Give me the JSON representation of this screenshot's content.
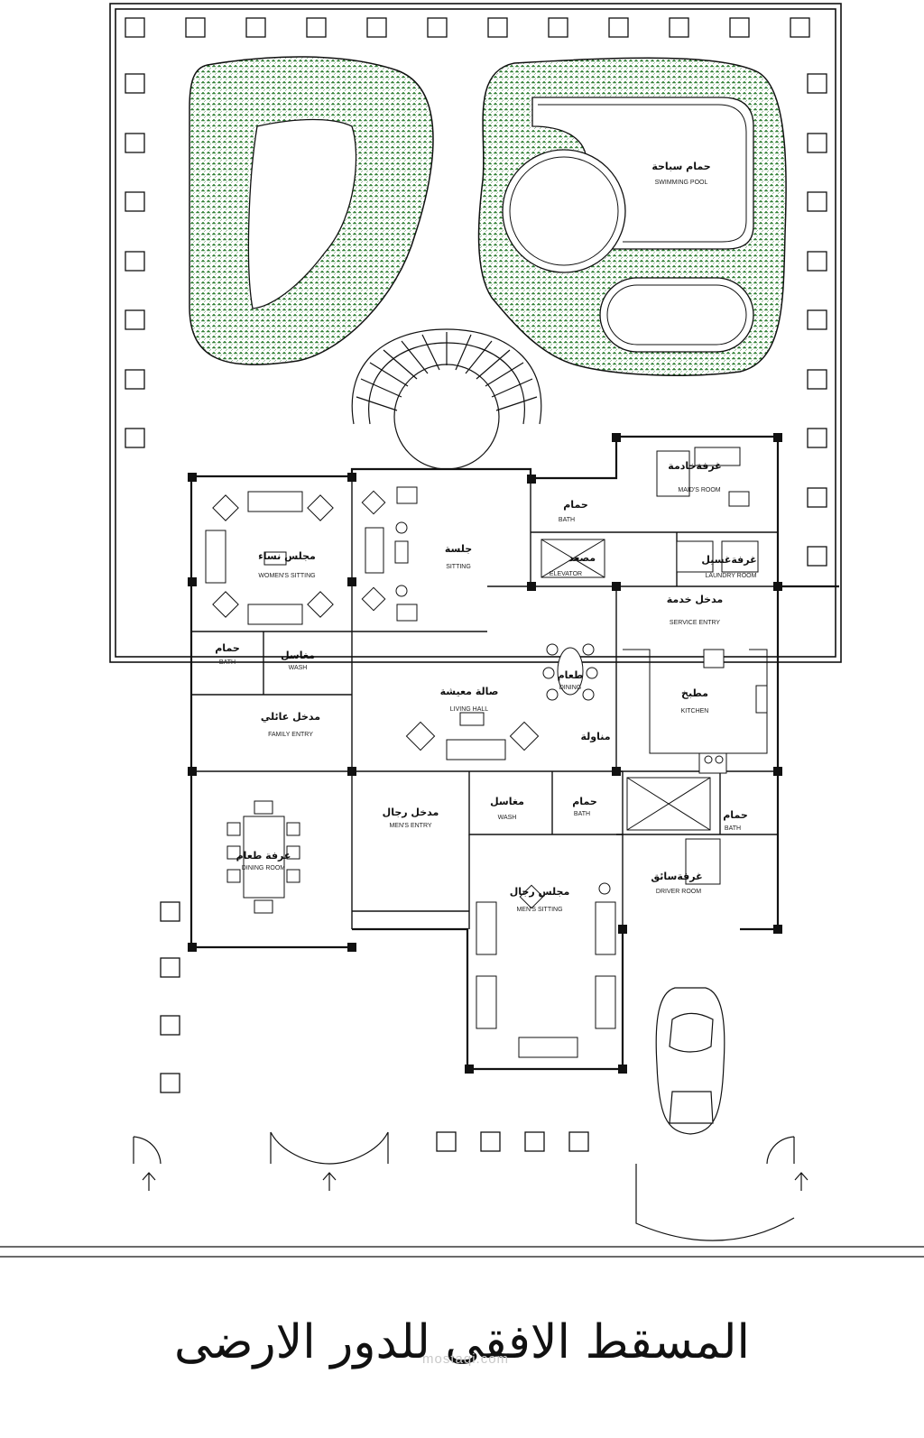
{
  "rooms": {
    "pool": {
      "ar": "حمام سباحة",
      "en": "SWIMMING POOL"
    },
    "maid": {
      "ar": "غرفةخادمة",
      "en": "MAID'S ROOM"
    },
    "bath1": {
      "ar": "حمام",
      "en": "BATH"
    },
    "elevator": {
      "ar": "مصعد",
      "en": "ELEVATOR"
    },
    "laundry": {
      "ar": "غرفةغسيل",
      "en": "LAUNDRY ROOM"
    },
    "sitting": {
      "ar": "جلسة",
      "en": "SITTING"
    },
    "women": {
      "ar": "مجلس نساء",
      "en": "WOMEN'S SITTING"
    },
    "service": {
      "ar": "مدخل خدمة",
      "en": "SERVICE ENTRY"
    },
    "bath2": {
      "ar": "حمام",
      "en": "BATH"
    },
    "wash1": {
      "ar": "مغاسل",
      "en": "WASH"
    },
    "living": {
      "ar": "صالة معيشة",
      "en": "LIVING HALL"
    },
    "dining": {
      "ar": "طعام",
      "en": "DINING"
    },
    "kitchen": {
      "ar": "مطبخ",
      "en": "KITCHEN"
    },
    "family": {
      "ar": "مدخل عائلي",
      "en": "FAMILY ENTRY"
    },
    "table": {
      "ar": "مناولة",
      "en": ""
    },
    "men_entry": {
      "ar": "مدخل رجال",
      "en": "MEN'S ENTRY"
    },
    "wash2": {
      "ar": "مغاسل",
      "en": "WASH"
    },
    "bath3": {
      "ar": "حمام",
      "en": "BATH"
    },
    "bath4": {
      "ar": "حمام",
      "en": "BATH"
    },
    "dining_room": {
      "ar": "غرفة طعام",
      "en": "DINING ROOM"
    },
    "driver": {
      "ar": "غرفةسائق",
      "en": "DRIVER ROOM"
    },
    "men": {
      "ar": "مجلس رجال",
      "en": "MEN'S SITTING"
    }
  },
  "caption": "المسقط الافقى للدور الارضى",
  "watermark": "mostaqi.com",
  "colors": {
    "line": "#111111",
    "hatch": "#2e7d32",
    "paper": "#ffffff"
  }
}
